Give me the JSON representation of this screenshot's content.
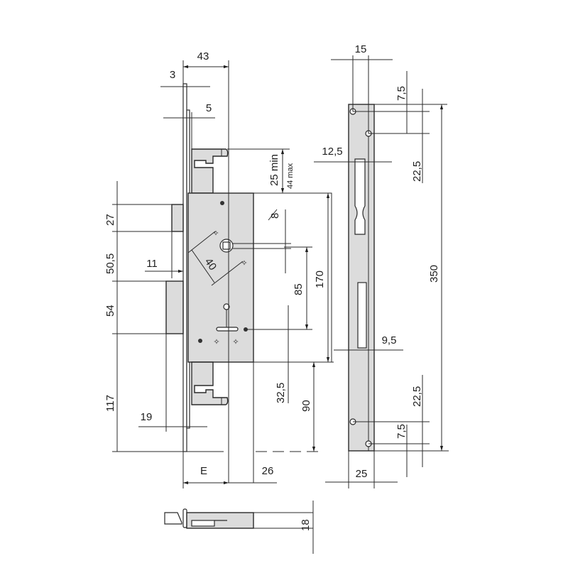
{
  "drawing": {
    "title": "Mortise lock technical dimension drawing",
    "colors": {
      "line": "#2a2a2a",
      "body_fill": "#dcdcdc",
      "background": "#ffffff"
    },
    "lock_body": {
      "dims": {
        "width_43": "43",
        "faceplate_3": "3",
        "offset_5": "5",
        "top_25_min": "25 min",
        "top_44_max": "44 max",
        "latch_27": "27",
        "gap_50_5": "50,5",
        "bolt_54": "54",
        "bottom_117": "117",
        "latch_throw_11": "11",
        "bolt_throw_19": "19",
        "square_8": "8",
        "diag_40": "40",
        "center_85": "85",
        "height_170": "170",
        "lower_32_5": "32,5",
        "lower_90": "90",
        "backset_E": "E",
        "backset_26": "26"
      }
    },
    "strike_plate": {
      "dims": {
        "width_15": "15",
        "hole_7_5_top": "7,5",
        "hole_22_5_top": "22,5",
        "slot_12_5": "12,5",
        "length_350": "350",
        "slot_9_5": "9,5",
        "hole_22_5_bottom": "22,5",
        "hole_7_5_bottom": "7,5",
        "width_25": "25"
      }
    },
    "side_view": {
      "dims": {
        "thickness_18": "18"
      }
    }
  }
}
